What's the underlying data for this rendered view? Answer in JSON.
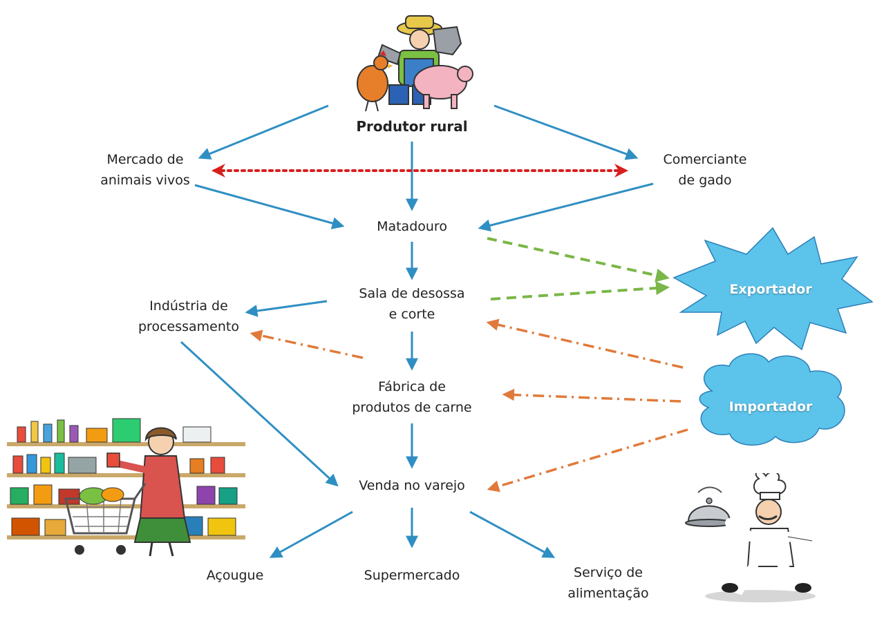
{
  "nodes": {
    "produtor_rural": "Produtor rural",
    "mercado": "Mercado de\nanimais vivos",
    "comerciante": "Comerciante\nde gado",
    "matadouro": "Matadouro",
    "sala": "Sala de desossa\ne corte",
    "industria": "Indústria de\nprocessamento",
    "fabrica": "Fábrica de\nprodutos de carne",
    "venda": "Venda no varejo",
    "acougue": "Açougue",
    "supermercado": "Supermercado",
    "servico": "Serviço de\nalimentação",
    "exportador": "Exportador",
    "importador": "Importador"
  },
  "colors": {
    "flow_arrow": "#2f8fc3",
    "trade_arrow": "#d81e1e",
    "export_arrow": "#7ab648",
    "import_arrow": "#e07a3a",
    "shape_fill": "#5cc3ea",
    "shape_stroke": "#2b7fb8"
  },
  "icons": {
    "farmer": "farmer-with-animals-icon",
    "shopper": "shopper-supermarket-icon",
    "chef": "chef-with-cloche-icon"
  }
}
